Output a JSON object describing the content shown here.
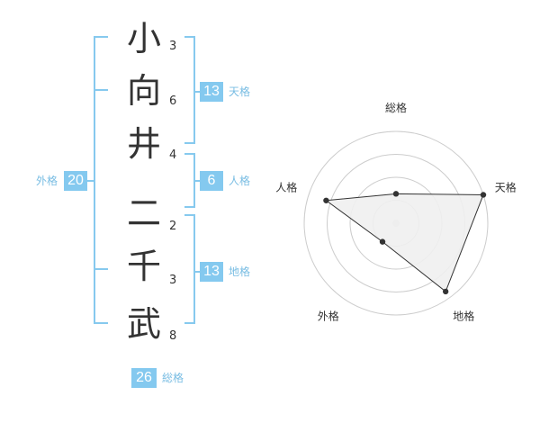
{
  "name": {
    "chars": [
      "小",
      "向",
      "井",
      "二",
      "千",
      "武"
    ],
    "strokes": [
      "3",
      "6",
      "4",
      "2",
      "3",
      "8"
    ]
  },
  "kakusu": {
    "tenkaku": {
      "value": "13",
      "label": "天格"
    },
    "jinkaku": {
      "value": "6",
      "label": "人格"
    },
    "chikaku": {
      "value": "13",
      "label": "地格"
    },
    "gaikaku": {
      "value": "20",
      "label": "外格"
    },
    "soukaku": {
      "value": "26",
      "label": "総格"
    }
  },
  "chart_data": {
    "type": "radar",
    "axes": [
      "総格",
      "天格",
      "地格",
      "外格",
      "人格"
    ],
    "values": [
      0.32,
      1.0,
      0.92,
      0.25,
      0.8
    ],
    "rings": 4,
    "colors": {
      "fill": "#efefef",
      "stroke": "#333333",
      "grid": "#cccccc",
      "point": "#333333"
    }
  }
}
